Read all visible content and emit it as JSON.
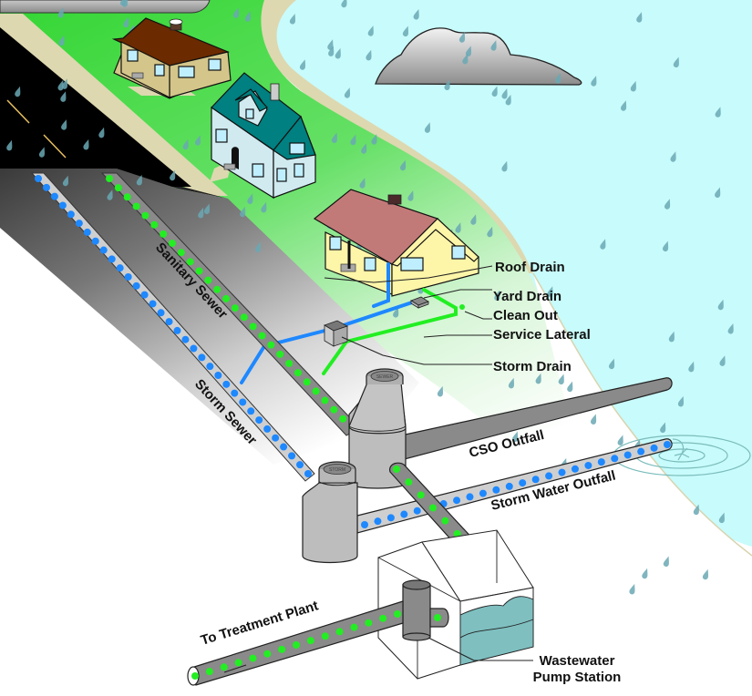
{
  "diagram": {
    "type": "combined-sewer-system-illustration",
    "colors": {
      "grass": "#3ddc3d",
      "grass_light": "#c9f2c9",
      "water": "#c8fbfb",
      "sand": "#ddd8b0",
      "road": "#000000",
      "road_line": "#e8c060",
      "ground_dark": "#555555",
      "pipe_gray": "#8a8a8a",
      "pipe_light": "#bdbdbd",
      "storm_flow": "#1e88ff",
      "sanitary_flow": "#22ee22",
      "rain": "#6aa8b4",
      "cloud": "#9a9a9a",
      "wet_well_water": "#7fbfc0"
    },
    "callouts": {
      "roof_drain": "Roof Drain",
      "yard_drain": "Yard Drain",
      "clean_out": "Clean Out",
      "service_lateral": "Service Lateral",
      "storm_drain": "Storm Drain"
    },
    "pipe_labels": {
      "sanitary_sewer": "Sanitary Sewer",
      "storm_sewer": "Storm Sewer",
      "cso_outfall": "CSO Outfall",
      "storm_water_outfall": "Storm Water Outfall",
      "to_treatment_plant": "To Treatment Plant"
    },
    "pump_station": {
      "line1": "Wastewater",
      "line2": "Pump Station"
    },
    "manhole_labels": {
      "sewer": "SEWER",
      "storm": "STORM"
    },
    "icons": [
      "cloud-icon",
      "house-icon",
      "raindrop-icon",
      "manhole-icon",
      "pump-icon"
    ]
  }
}
